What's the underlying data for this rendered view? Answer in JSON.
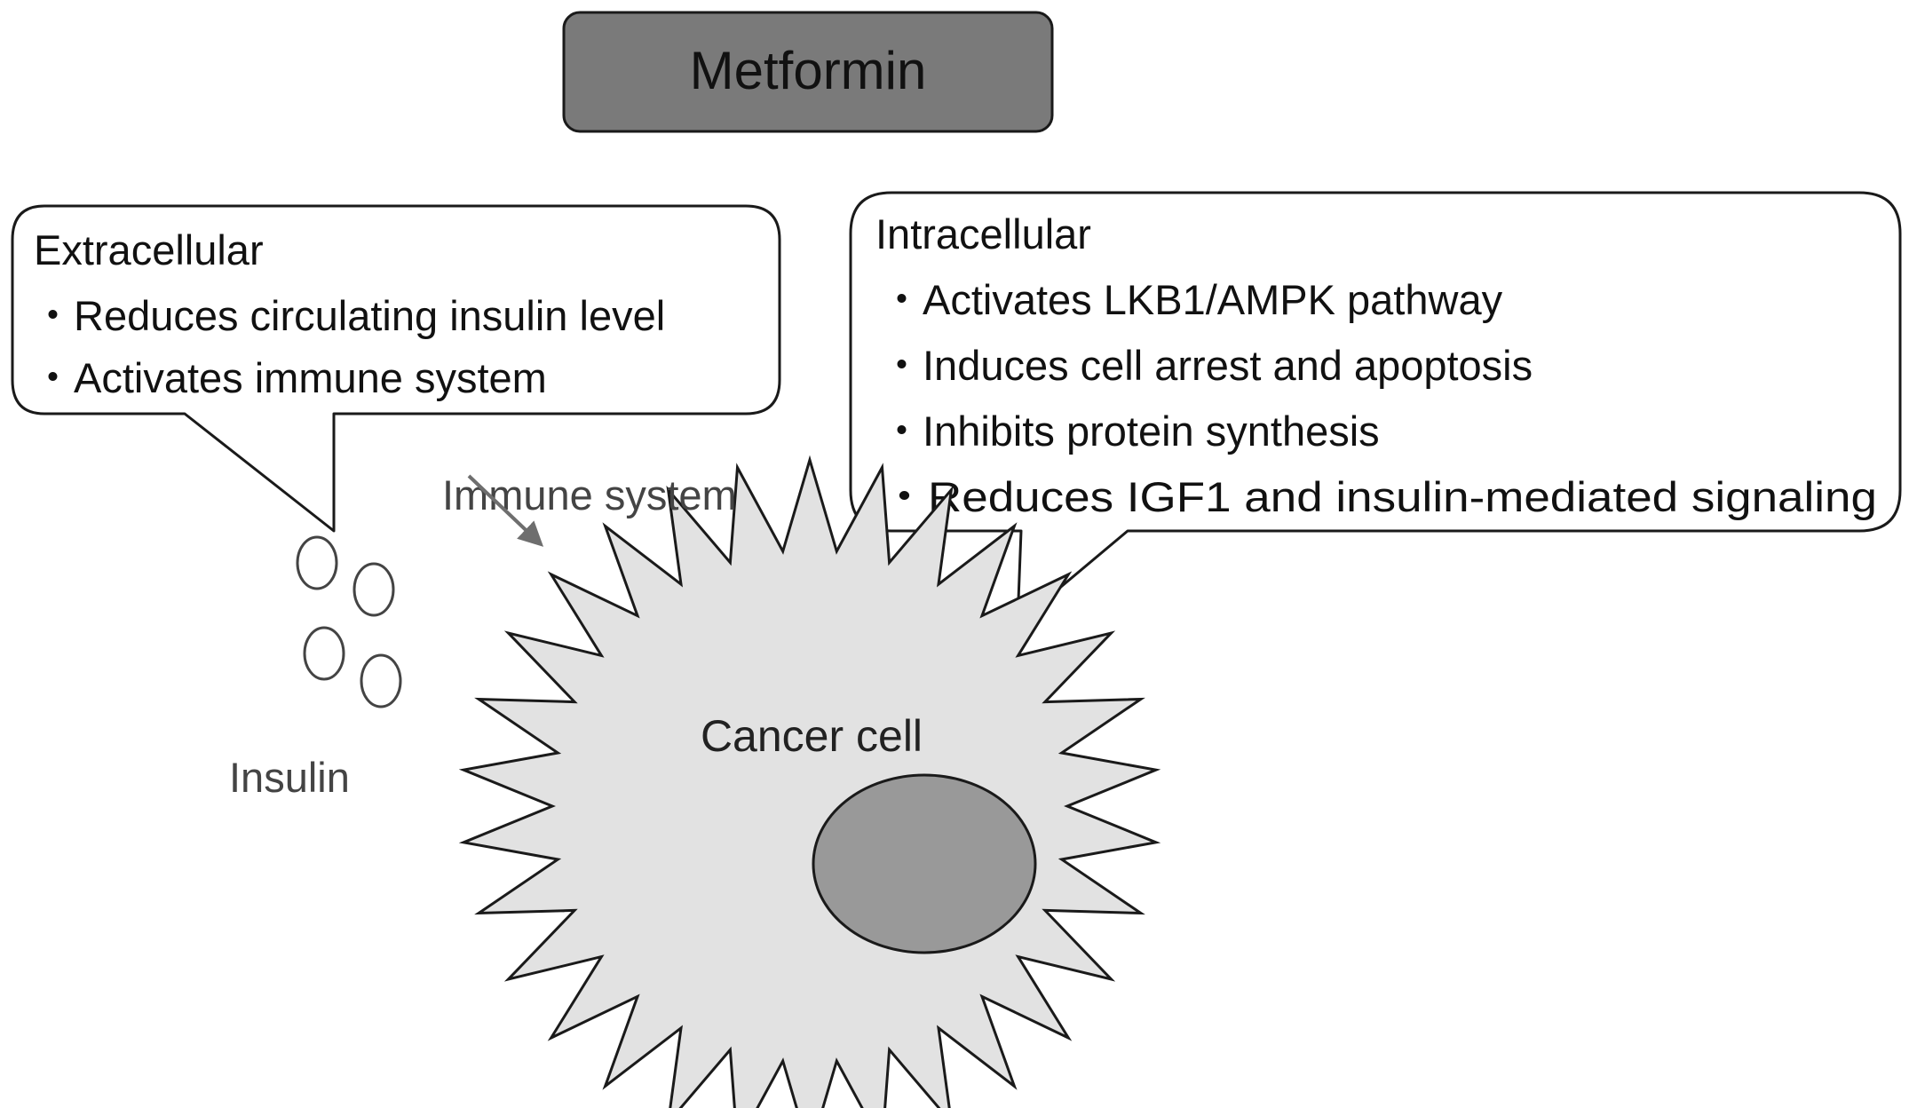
{
  "title": "Metformin",
  "extracellular": {
    "heading": "Extracellular",
    "items": [
      "・Reduces circulating insulin level",
      "・Activates immune system"
    ]
  },
  "intracellular": {
    "heading": "Intracellular",
    "items": [
      "・Activates LKB1/AMPK pathway",
      "・Induces cell arrest and apoptosis",
      "・Inhibits protein synthesis",
      "・Reduces IGF1 and insulin-mediated signaling"
    ]
  },
  "labels": {
    "immune_system": "Immune system",
    "insulin": "Insulin",
    "cancer_cell": "Cancer cell"
  },
  "colors": {
    "title_box": "#7a7a7a",
    "cell_body": "#e2e2e2",
    "nucleus": "#999999",
    "stroke": "#1a1a1a"
  }
}
